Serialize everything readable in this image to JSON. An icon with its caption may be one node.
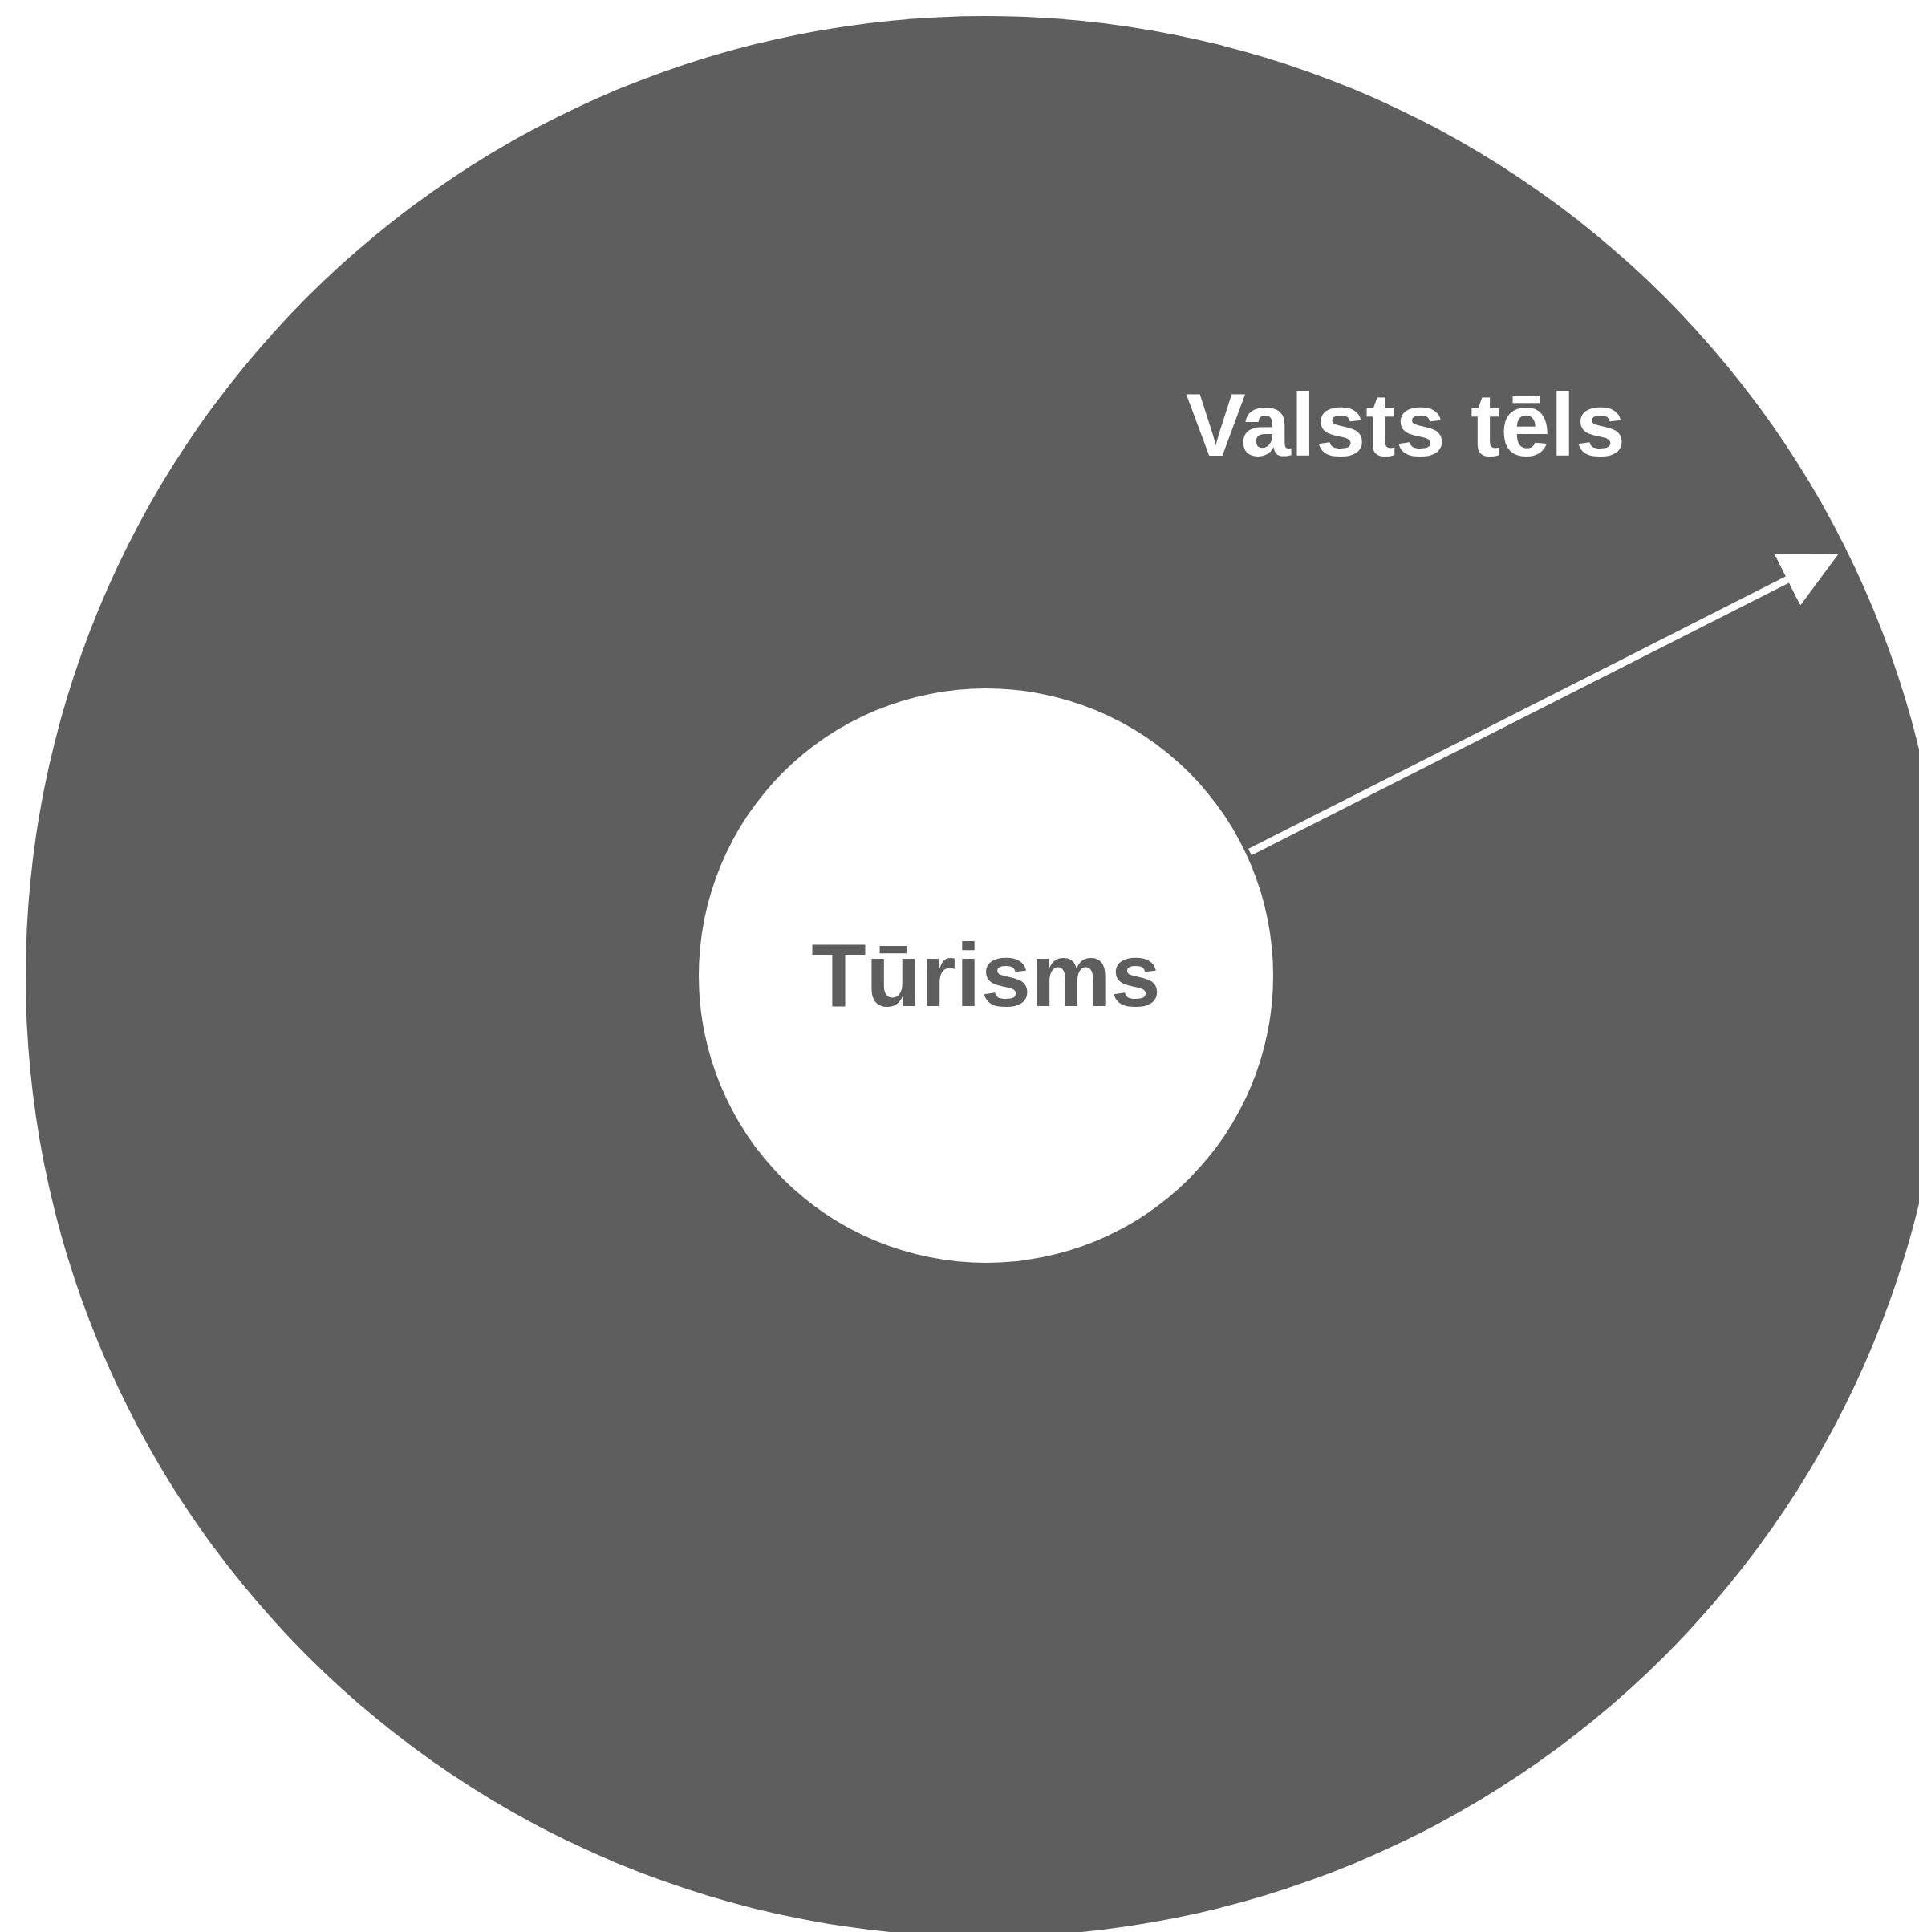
{
  "diagram": {
    "nodes": [
      {
        "text": [
          "Valsts tēls"
        ]
      },
      {
        "text": [
          "Tūrisms"
        ],
        "in": 0
      }
    ],
    "edges": [
      {
        "from": 1,
        "to": 0,
        "arrow": "to"
      }
    ]
  }
}
